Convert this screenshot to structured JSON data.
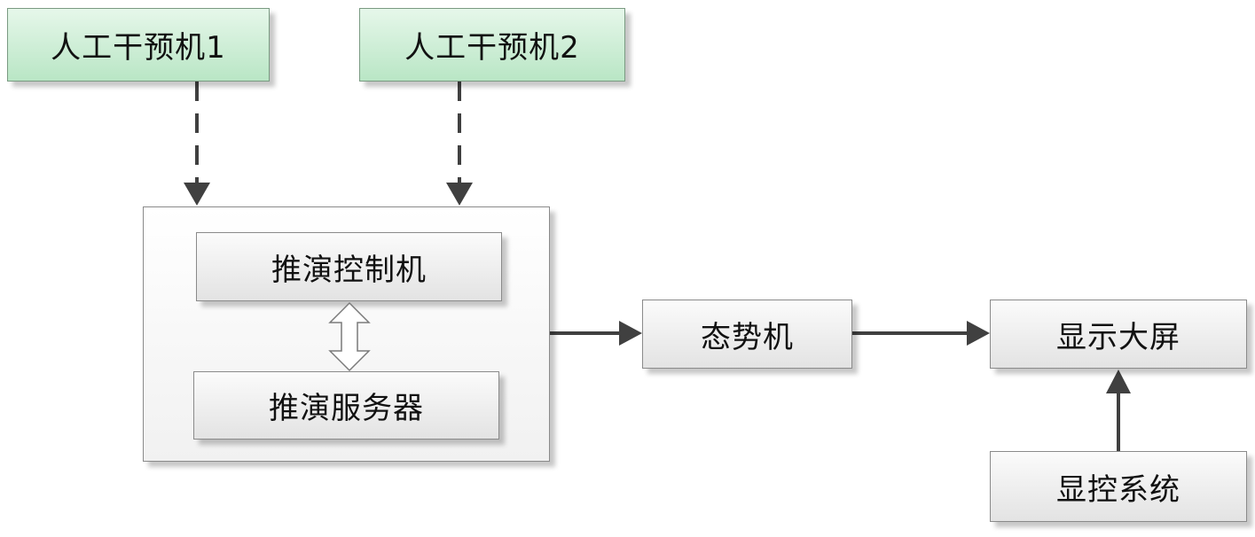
{
  "nodes": {
    "manual_1": "人工干预机1",
    "manual_2": "人工干预机2",
    "control": "推演控制机",
    "server": "推演服务器",
    "situation": "态势机",
    "display": "显示大屏",
    "display_control": "显控系统"
  },
  "colors": {
    "manual_fill": "#c6ecd0",
    "box_fill": "#eeeeee",
    "border": "#8a8a8a",
    "arrow": "#404040"
  }
}
